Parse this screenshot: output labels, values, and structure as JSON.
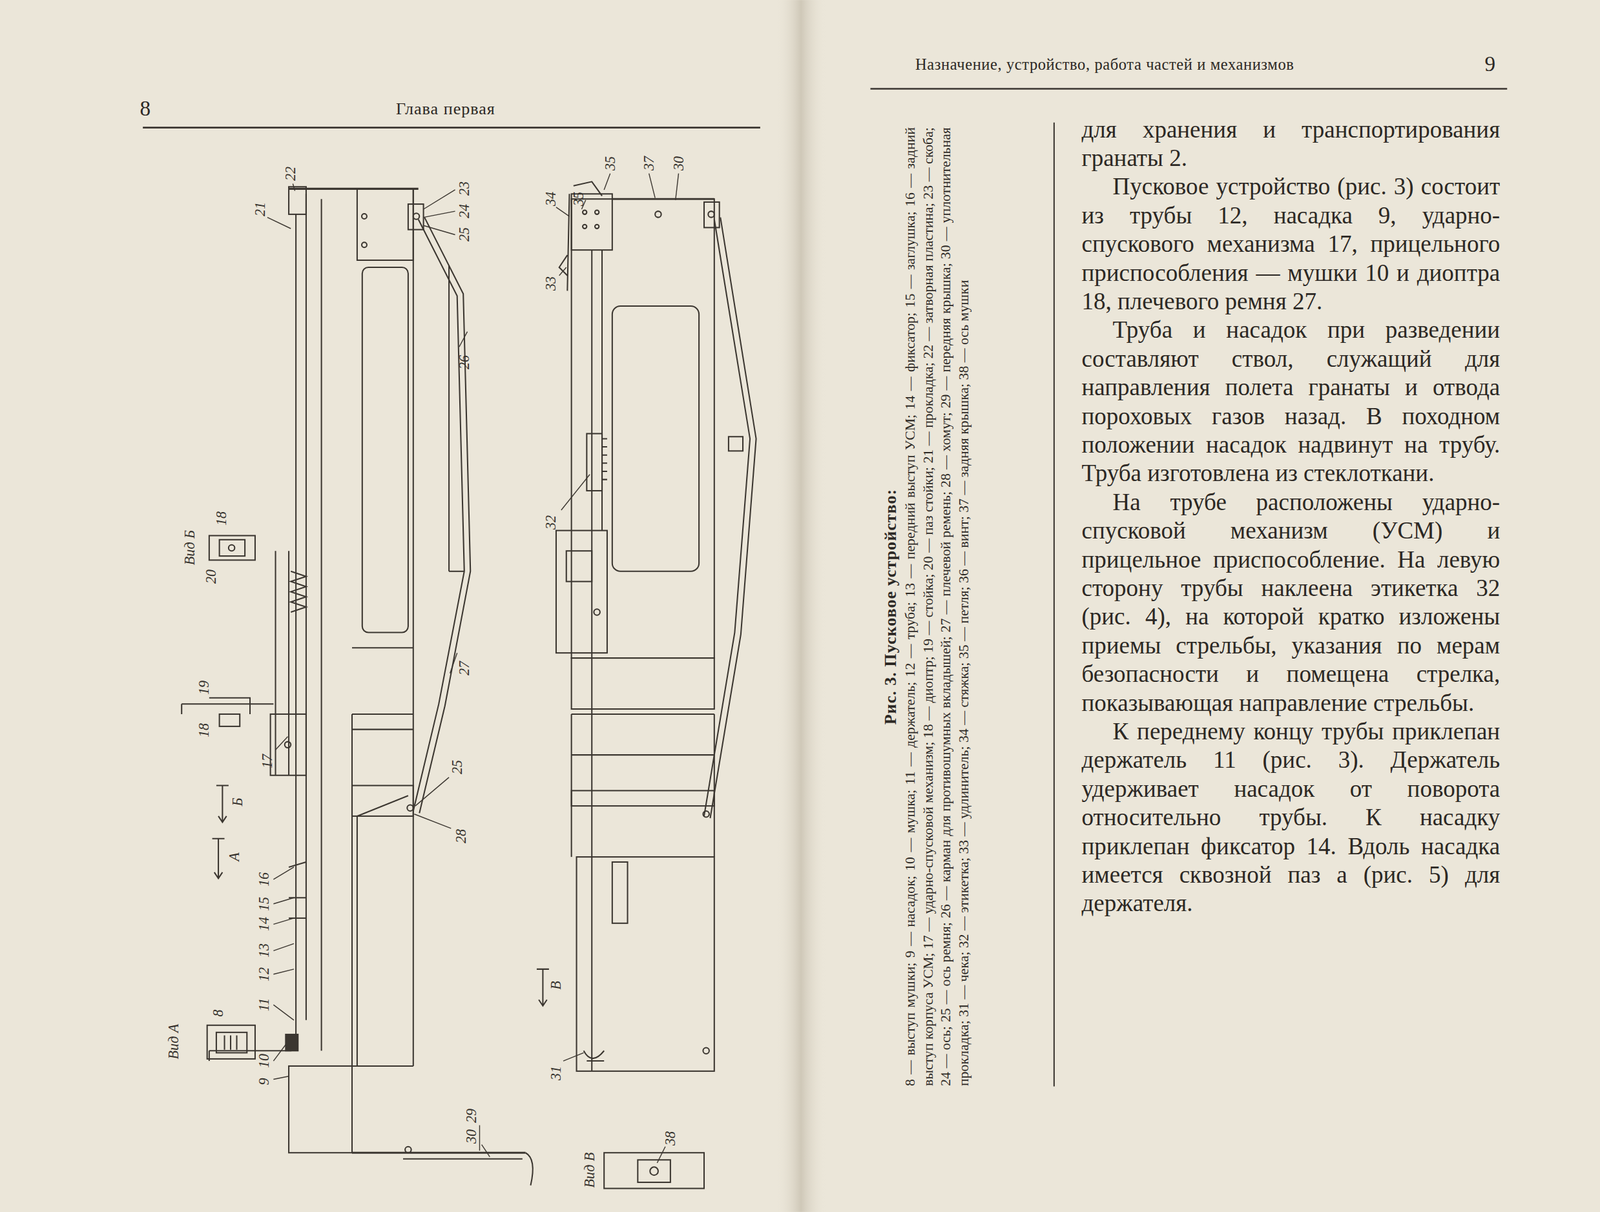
{
  "diagram": {
    "caption": "Рис. 3. Пусковое устройство:",
    "labels": [
      "8",
      "Глава первая",
      "22",
      "21",
      "23",
      "24",
      "25",
      "26",
      "Вид Б",
      "18",
      "20",
      "27",
      "19",
      "18",
      "17",
      "Б",
      "25",
      "28",
      "А",
      "16",
      "15",
      "14",
      "13",
      "12",
      "11",
      "10",
      "9",
      "Вид А",
      "8",
      "29",
      "30",
      "35",
      "37",
      "30",
      "34",
      "35",
      "33",
      "32",
      "В",
      "31",
      "Вид В",
      "38",
      "8 — выступ мушки; 9 — насадок; 10 — мушка; 11 — держатель; 12 — труба; 13 — передний выступ УСМ; 14 — фиксатор; 15 — заглушка; 16 — задний выступ корпуса УСМ; 17 — ударно-спусковой механизм; 18 — диоптр; 19 — стойка; 20 — паз стойки; 21 — прокладка; 22 — затворная пластина; 23 — скоба; 24 — ось; 25 — ось ремня; 26 — карман для противошумных вкладышей; 27 — плечевой ремень; 28 — хомут; 29 — передняя крышка; 30 — уплотнительная прокладка; 31 — чека; 32 — этикетка; 33 — удлинитель; 34 — стяжка; 35 — петля; 36 — винт; 37 — задняя крышка; 38 — ось мушки",
      "Назначение, устройство, работа частей и механизмов",
      "9",
      "для хранения и транспортирования гранаты 2.",
      "Пусковое устройство (рис. 3) состоит из трубы 12, насадка 9, ударно-спускового механизма 17, прицельного приспособления — мушки 10 и диоптра 18, плечевого ремня 27.",
      "Труба и насадок при разведении составляют ствол, служащий для направления полета гранаты и отвода пороховых газов назад. В походном положении насадок надвинут на трубу. Труба изготовлена из стеклоткани.",
      "На трубе расположены ударно-спусковой механизм (УСМ) и прицельное приспособление. На левую сторону трубы наклеена этикетка 32 (рис. 4), на которой кратко изложены приемы стрельбы, указания по мерам безопасности и помещена стрелка, показывающая направление стрельбы.",
      "К переднему концу трубы приклепан держатель 11 (рис. 3). Держатель удерживает насадок от поворота относительно трубы. К насадку приклепан фиксатор 14. Вдоль насадка имеется сквозной паз а (рис. 5) для держателя."
    ]
  }
}
